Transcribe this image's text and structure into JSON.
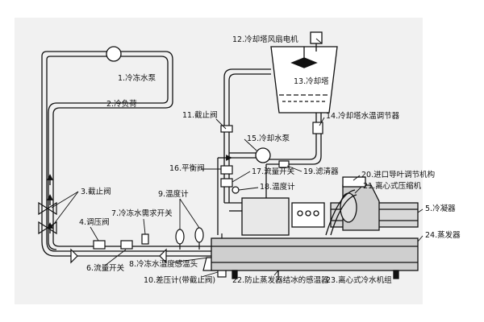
{
  "diagram": {
    "labels": {
      "l1": "1.冷冻水泵",
      "l2": "2.冷负荷",
      "l3": "3.截止阀",
      "l4": "4.调压阀",
      "l5": "5.冷凝器",
      "l6": "6.流量开关",
      "l7": "7.冷冻水需求开关",
      "l8": "8.冷冻水温度感温头",
      "l9": "9.温度计",
      "l10": "10.差压计(带截止阀)",
      "l11": "11.截止阀",
      "l12": "12.冷却塔风扇电机",
      "l13": "13.冷却塔",
      "l14": "14.冷却塔水温调节器",
      "l15": "15.冷却水泵",
      "l16": "16.平衡阀",
      "l17": "17.流量开关",
      "l18": "18.温度计",
      "l19": "19.滤清器",
      "l20": "20.进口导叶调节机构",
      "l21": "21.离心式压缩机",
      "l22": "22.防止蒸发器结冰的感温器",
      "l23": "23.离心式冷水机组",
      "l24": "24.蒸发器"
    }
  }
}
